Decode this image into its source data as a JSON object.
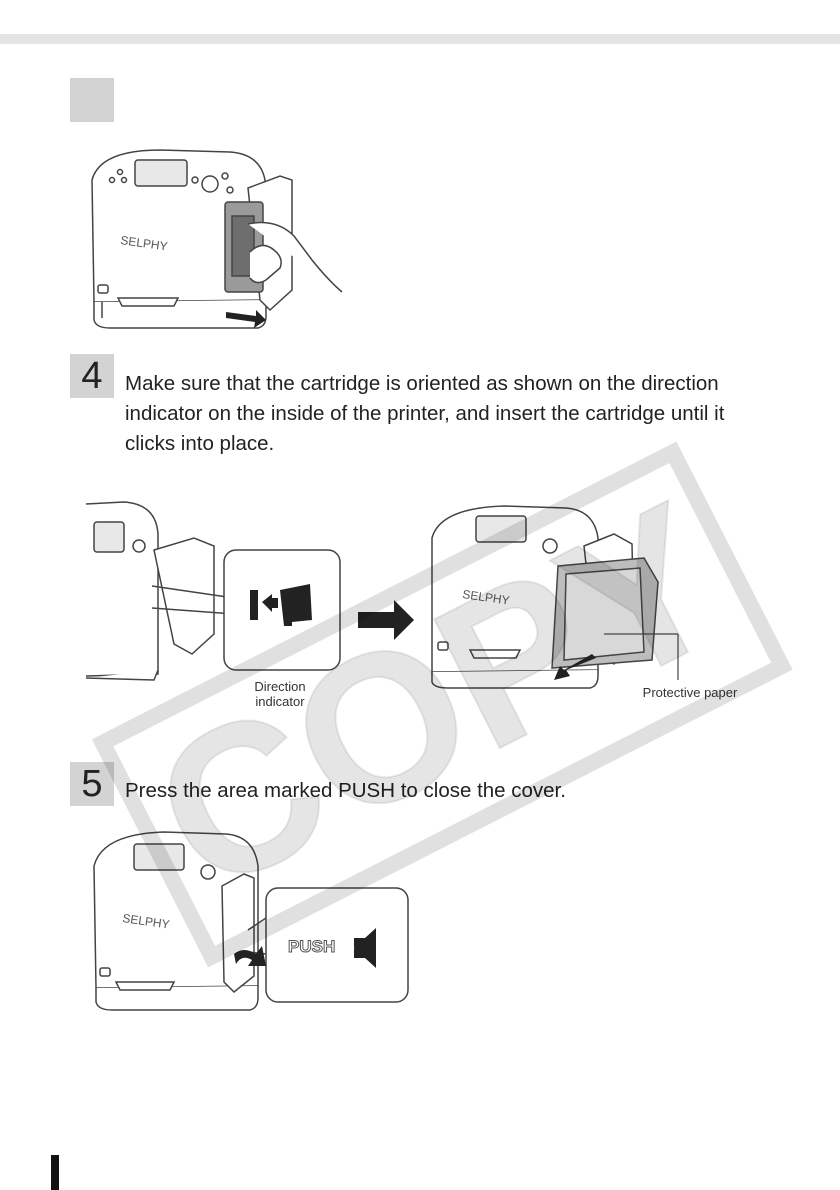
{
  "steps": [
    {
      "number": ""
    },
    {
      "number": "4",
      "text": "Make sure that the cartridge is oriented as shown on the direction indicator on the inside of the printer, and insert the cartridge until it clicks into place."
    },
    {
      "number": "5",
      "text": "Press the area marked PUSH to close the cover."
    }
  ],
  "printer_brand": "SELPHY",
  "labels": {
    "direction_indicator": "Direction indicator",
    "protective_paper": "Protective paper",
    "push": "PUSH"
  },
  "watermark": "COPY"
}
